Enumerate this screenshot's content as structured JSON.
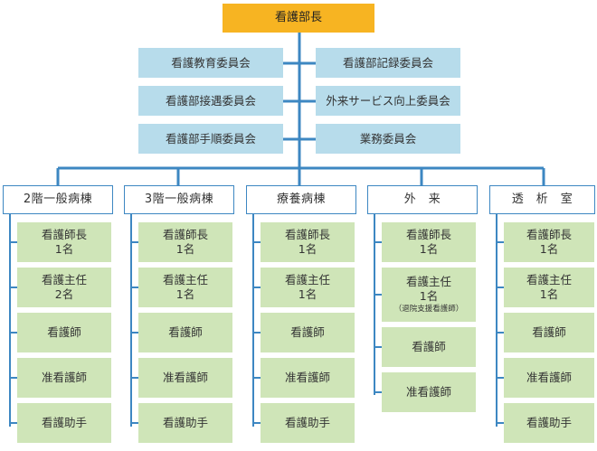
{
  "head": {
    "label": "看護部長"
  },
  "committees": {
    "left": [
      "看護教育委員会",
      "看護部接遇委員会",
      "看護部手順委員会"
    ],
    "right": [
      "看護部記録委員会",
      "外来サービス向上委員会",
      "業務委員会"
    ]
  },
  "departments": [
    {
      "name": "2階一般病棟",
      "staff": [
        {
          "title": "看護師長",
          "count": "1名"
        },
        {
          "title": "看護主任",
          "count": "2名"
        },
        {
          "title": "看護師"
        },
        {
          "title": "准看護師"
        },
        {
          "title": "看護助手"
        }
      ]
    },
    {
      "name": "3階一般病棟",
      "staff": [
        {
          "title": "看護師長",
          "count": "1名"
        },
        {
          "title": "看護主任",
          "count": "1名"
        },
        {
          "title": "看護師"
        },
        {
          "title": "准看護師"
        },
        {
          "title": "看護助手"
        }
      ]
    },
    {
      "name": "療養病棟",
      "staff": [
        {
          "title": "看護師長",
          "count": "1名"
        },
        {
          "title": "看護主任",
          "count": "1名"
        },
        {
          "title": "看護師"
        },
        {
          "title": "准看護師"
        },
        {
          "title": "看護助手"
        }
      ]
    },
    {
      "name": "外　来",
      "staff": [
        {
          "title": "看護師長",
          "count": "1名"
        },
        {
          "title": "看護主任",
          "count": "1名",
          "note": "（退院支援看護師）"
        },
        {
          "title": "看護師"
        },
        {
          "title": "准看護師"
        }
      ]
    },
    {
      "name": "透　析　室",
      "staff": [
        {
          "title": "看護師長",
          "count": "1名"
        },
        {
          "title": "看護主任",
          "count": "1名"
        },
        {
          "title": "看護師"
        },
        {
          "title": "准看護師"
        },
        {
          "title": "看護助手"
        }
      ]
    }
  ],
  "colors": {
    "head": "#f7b422",
    "committee": "#b7dceb",
    "staff": "#cfe5b8",
    "line": "#3d87c2"
  }
}
